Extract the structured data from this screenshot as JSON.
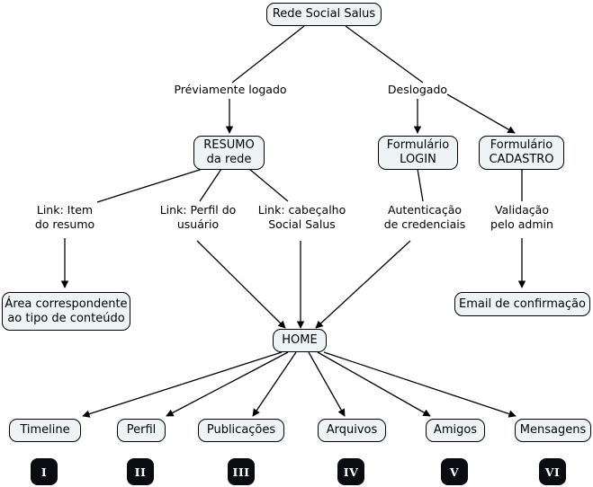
{
  "diagram": {
    "title": "Rede Social Salus",
    "nodes": {
      "root": {
        "label": "Rede Social Salus"
      },
      "resumo": {
        "line1": "RESUMO",
        "line2": "da rede"
      },
      "form_login": {
        "line1": "Formulário",
        "line2": "LOGIN"
      },
      "form_cadastro": {
        "line1": "Formulário",
        "line2": "CADASTRO"
      },
      "area": {
        "line1": "Área correspondente",
        "line2": "ao tipo de conteúdo"
      },
      "email": {
        "label": "Email de confirmação"
      },
      "home": {
        "label": "HOME"
      }
    },
    "edge_labels": {
      "previamente_logado": {
        "line1": "Préviamente logado"
      },
      "deslogado": {
        "line1": "Deslogado"
      },
      "link_item": {
        "line1": "Link: Item",
        "line2": "do resumo"
      },
      "link_perfil": {
        "line1": "Link: Perfil do",
        "line2": "usuário"
      },
      "link_cabecalho": {
        "line1": "Link: cabeçalho",
        "line2": "Social Salus"
      },
      "autenticacao": {
        "line1": "Autenticação",
        "line2": "de credenciais"
      },
      "validacao": {
        "line1": "Validação",
        "line2": "pelo admin"
      }
    },
    "leaves": [
      {
        "label": "Timeline",
        "numeral": "I"
      },
      {
        "label": "Perfil",
        "numeral": "II"
      },
      {
        "label": "Publicações",
        "numeral": "III"
      },
      {
        "label": "Arquivos",
        "numeral": "IV"
      },
      {
        "label": "Amigos",
        "numeral": "V"
      },
      {
        "label": "Mensagens",
        "numeral": "VI"
      }
    ],
    "colors": {
      "node_fill": "#eef4f5",
      "node_stroke": "#000000",
      "badge_fill": "#0b0b12",
      "badge_text": "#ffffff",
      "background": "#ffffff"
    }
  }
}
